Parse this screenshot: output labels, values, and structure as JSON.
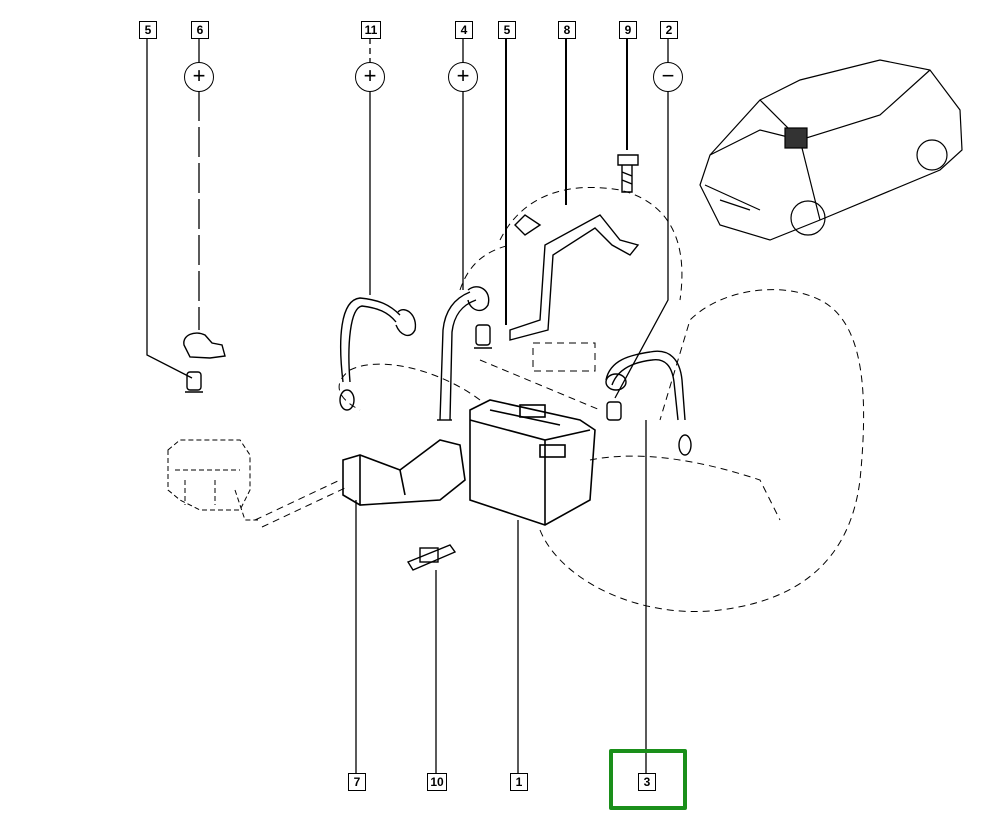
{
  "diagram": {
    "top_callouts": [
      {
        "number": "5"
      },
      {
        "number": "6",
        "polarity": "+"
      },
      {
        "number": "11",
        "polarity": "+"
      },
      {
        "number": "4",
        "polarity": "+"
      },
      {
        "number": "5"
      },
      {
        "number": "8"
      },
      {
        "number": "9"
      },
      {
        "number": "2",
        "polarity": "−"
      }
    ],
    "bottom_callouts": [
      {
        "number": "7"
      },
      {
        "number": "10"
      },
      {
        "number": "1"
      },
      {
        "number": "3",
        "highlighted": true
      }
    ],
    "highlight_color": "#1a8f1a"
  }
}
